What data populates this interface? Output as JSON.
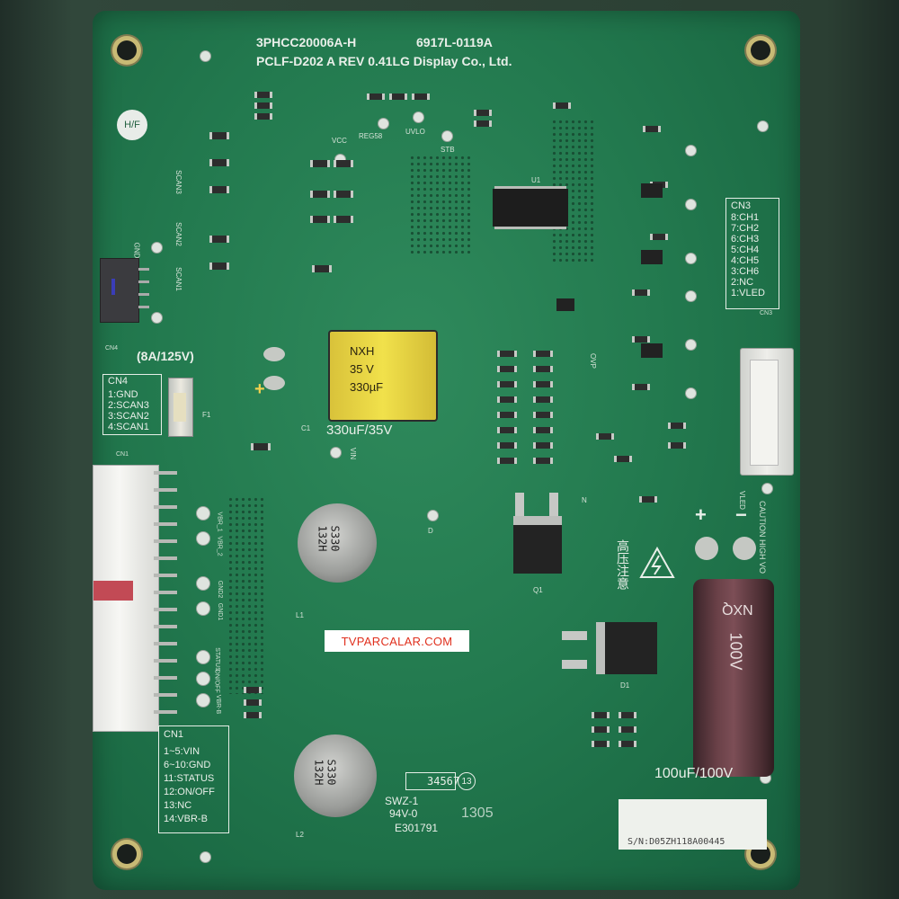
{
  "board": {
    "part_number": "3PHCC20006A-H",
    "code": "6917L-0119A",
    "model_line": "PCLF-D202 A REV 0.41LG Display Co., Ltd.",
    "hf_mark": "H/F",
    "fuse_rating": "(8A/125V)",
    "input_cap_label": "330uF/35V",
    "output_cap_label": "100uF/100V",
    "lot_box": "34567",
    "lot_circle": "13",
    "cert_line1": "SWZ-1",
    "cert_line2": "94V-0",
    "cert_line3": "E301791",
    "date_code": "1305",
    "warning_cn": "高压注意",
    "caution_text": "CAUTION HIGH VO",
    "serial": "S/N:D05ZH118A00445"
  },
  "connectors": {
    "cn4": {
      "title": "CN4",
      "pins": [
        "1:GND",
        "2:SCAN3",
        "3:SCAN2",
        "4:SCAN1"
      ]
    },
    "cn1": {
      "title": "CN1",
      "pins": [
        "1~5:VIN",
        "6~10:GND",
        "11:STATUS",
        "12:ON/OFF",
        "13:NC",
        "14:VBR-B"
      ]
    },
    "cn3": {
      "title": "CN3",
      "pins": [
        "8:CH1",
        "7:CH2",
        "6:CH3",
        "5:CH4",
        "4:CH5",
        "3:CH6",
        "2:NC",
        "1:VLED"
      ]
    }
  },
  "caps": {
    "c1_brand": "NXH",
    "c1_voltage": "35 V",
    "c1_value": "330µF",
    "c2_brand": "NXQ",
    "c2_value": "100V"
  },
  "inductors": {
    "l1": "S330\n132H",
    "l2": "S330\n132H"
  },
  "silkscreen_refs": {
    "vcc": "VCC",
    "reg58": "REG58",
    "uvlo": "UVLO",
    "stb": "STB",
    "vin": "VIN",
    "vled": "VLED",
    "gnd": "GND",
    "scan1": "SCAN1",
    "scan2": "SCAN2",
    "scan3": "SCAN3",
    "vbr1": "VBR_1",
    "vbr2": "VBR_2",
    "gnd2": "GND2",
    "gnd1": "GND1",
    "status": "STATUS",
    "onoff": "ON/OFF",
    "vbrb": "VBR-B",
    "ovp": "OVP",
    "d": "D",
    "n": "N",
    "u1": "U1",
    "q1": "Q1",
    "d1": "D1",
    "l1": "L1",
    "l2": "L2",
    "f1": "F1",
    "c1": "C1",
    "cn1": "CN1",
    "cn4": "CN4",
    "cn3": "CN3"
  },
  "watermark": "TVPARCALAR.COM",
  "colors": {
    "pcb": "#237a4f",
    "silkscreen": "#e9efe9",
    "watermark_text": "#e0301e"
  }
}
